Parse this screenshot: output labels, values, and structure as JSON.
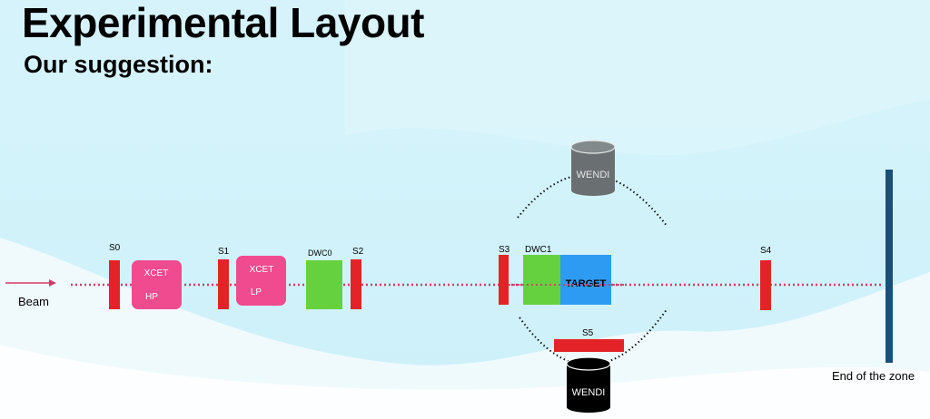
{
  "header": {
    "title": "Experimental Layout",
    "subtitle": "Our suggestion:"
  },
  "beam": {
    "label": "Beam",
    "color": "#d63b6b"
  },
  "scintillators": [
    {
      "label": "S0"
    },
    {
      "label": "S1"
    },
    {
      "label": "S2"
    },
    {
      "label": "S3"
    },
    {
      "label": "S4"
    },
    {
      "label": "S5"
    }
  ],
  "xcet": [
    {
      "top": "XCET",
      "bottom": "HP"
    },
    {
      "top": "XCET",
      "bottom": "LP"
    }
  ],
  "dwc": [
    {
      "label": "DWC0"
    },
    {
      "label": "DWC1"
    }
  ],
  "target": {
    "label": "TARGET"
  },
  "wendi": [
    {
      "label": "WENDI",
      "color": "#6a7072"
    },
    {
      "label": "WENDI",
      "color": "#000000"
    }
  ],
  "end_zone": {
    "label": "End of the zone"
  },
  "colors": {
    "scintillator": "#e42328",
    "xcet": "#f04b8f",
    "dwc": "#66d13f",
    "target": "#2e9bf2",
    "end_bar": "#1b4f7a",
    "beam_line": "#d63b6b"
  },
  "icons": {
    "beam_arrow": "arrow-right-icon",
    "detector": "cylinder-icon"
  }
}
